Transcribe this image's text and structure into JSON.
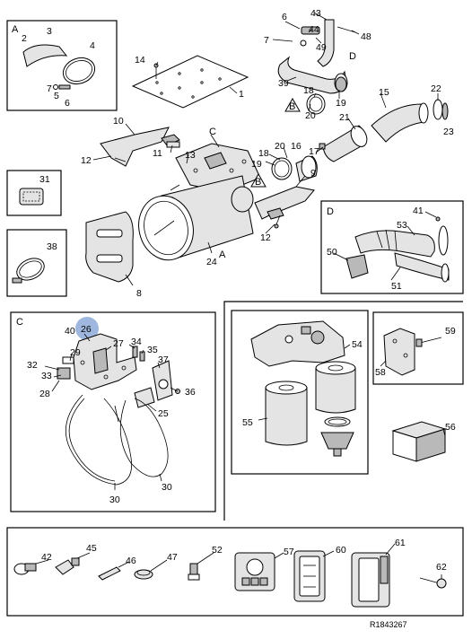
{
  "reference_code": "R1843267",
  "highlight_color": "#9fb7de",
  "insets": {
    "a": "A",
    "b": "B",
    "c": "C",
    "d": "D"
  },
  "labels": {
    "l1": "1",
    "l2": "2",
    "l3": "3",
    "l4": "4",
    "l5": "5",
    "l6": "6",
    "l7": "7",
    "l8": "8",
    "l9": "9",
    "l10": "10",
    "l11": "11",
    "l12": "12",
    "l13": "13",
    "l14": "14",
    "l15": "15",
    "l16": "16",
    "l17": "17",
    "l18": "18",
    "l19": "19",
    "l20": "20",
    "l21": "21",
    "l22": "22",
    "l23": "23",
    "l24": "24",
    "l25": "25",
    "l26": "26",
    "l27": "27",
    "l28": "28",
    "l29": "29",
    "l30": "30",
    "l31": "31",
    "l32": "32",
    "l33": "33",
    "l34": "34",
    "l35": "35",
    "l36": "36",
    "l37": "37",
    "l38": "38",
    "l39": "39",
    "l40": "40",
    "l41": "41",
    "l42": "42",
    "l43": "43",
    "l44": "44",
    "l45": "45",
    "l46": "46",
    "l47": "47",
    "l48": "48",
    "l49": "49",
    "l50": "50",
    "l51": "51",
    "l52": "52",
    "l53": "53",
    "l54": "54",
    "l55": "55",
    "l56": "56",
    "l57": "57",
    "l58": "58",
    "l59": "59",
    "l60": "60",
    "l61": "61",
    "l62": "62"
  }
}
